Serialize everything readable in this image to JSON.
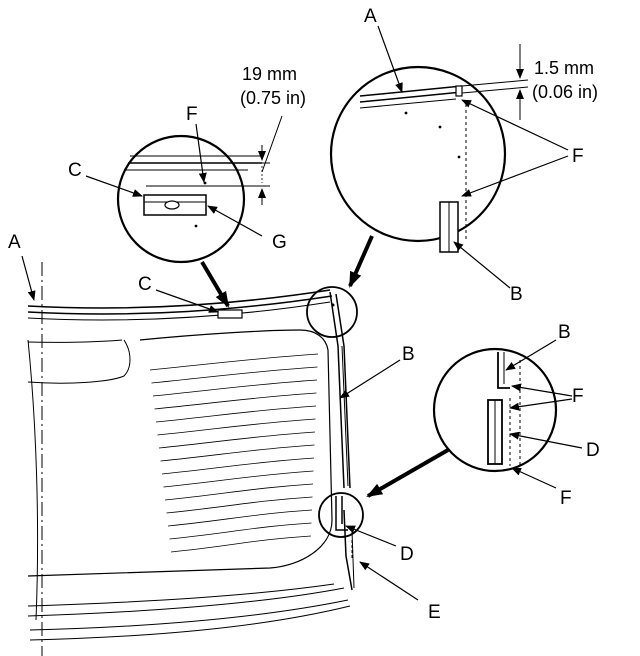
{
  "callouts": {
    "a_main": "A",
    "a_zoom": "A",
    "b_zoom_top": "B",
    "b_main": "B",
    "b_zoom_right": "B",
    "c_zoom": "C",
    "c_main": "C",
    "d_zoom": "D",
    "d_main": "D",
    "e_main": "E",
    "f_zoom_left": "F",
    "f_zoom_top": "F",
    "f_zoom_right_1": "F",
    "f_zoom_right_2": "F",
    "g_zoom": "G"
  },
  "dimensions": {
    "left_mm": "19 mm",
    "left_in": "(0.75 in)",
    "right_mm": "1.5 mm",
    "right_in": "(0.06 in)"
  }
}
